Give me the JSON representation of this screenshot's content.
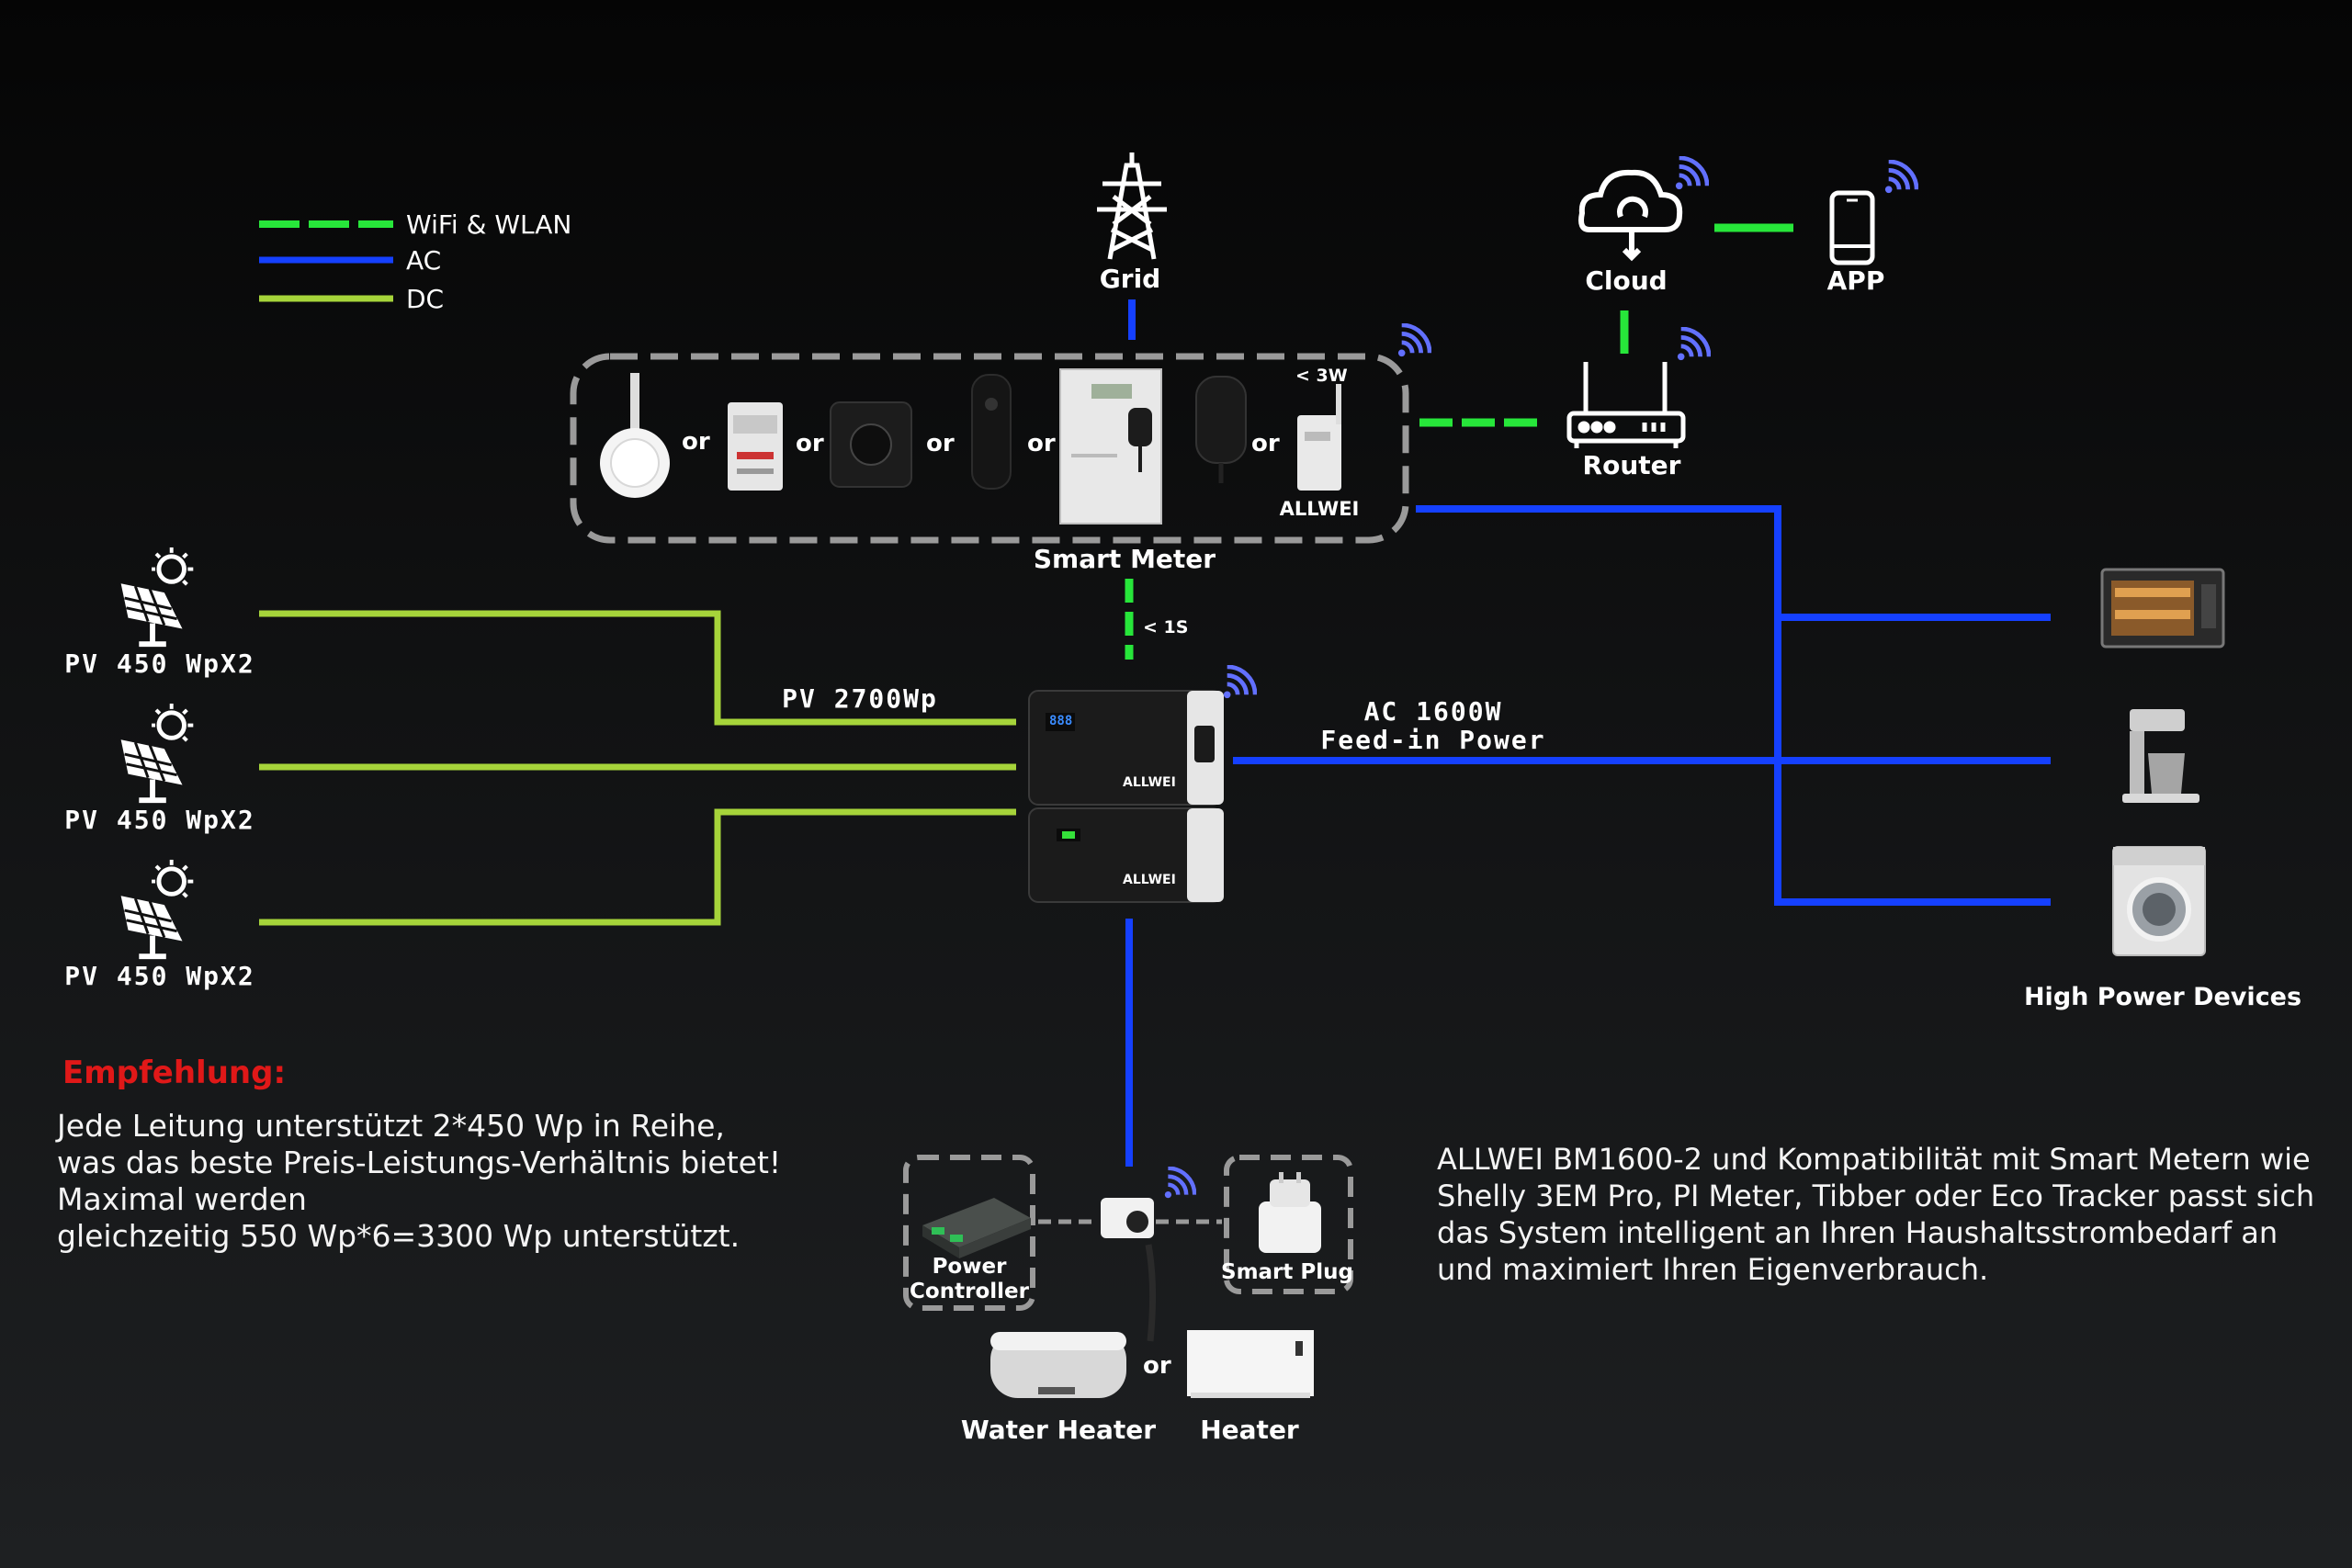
{
  "legend": [
    {
      "label": "WiFi & WLAN",
      "color": "#27e63a",
      "style": "dashed"
    },
    {
      "label": "AC",
      "color": "#1540ff",
      "style": "solid"
    },
    {
      "label": "DC",
      "color": "#a6d43a",
      "style": "solid"
    }
  ],
  "colors": {
    "wifi": "#27e63a",
    "ac": "#1540ff",
    "dc": "#a6d43a",
    "signal": "#6270ff",
    "accent_red": "#e01818"
  },
  "nodes": {
    "grid": "Grid",
    "cloud": "Cloud",
    "app": "APP",
    "router": "Router",
    "smart_meter": "Smart Meter",
    "meter_brand": "ALLWEI",
    "standby": "< 3W",
    "or": "or",
    "latency": "< 1S",
    "pv_string": "PV 450 WpX2",
    "pv_total": "PV 2700Wp",
    "ac_line1": "AC 1600W",
    "ac_line2": "Feed-in Power",
    "high_power": "High Power Devices",
    "power_controller_1": "Power",
    "power_controller_2": "Controller",
    "smart_plug": "Smart Plug",
    "water_heater": "Water Heater",
    "heater": "Heater",
    "battery_brand": "ALLWEI",
    "battery_display": "888"
  },
  "recommendation": {
    "title": "Empfehlung:",
    "lines": [
      "Jede Leitung unterstützt 2*450 Wp in Reihe,",
      "was das beste Preis-Leistungs-Verhältnis bietet!",
      "Maximal werden",
      "gleichzeitig 550 Wp*6=3300 Wp unterstützt."
    ]
  },
  "description": {
    "lines": [
      "ALLWEI BM1600-2 und Kompatibilität mit Smart Metern wie",
      "Shelly 3EM Pro, PI Meter,  Tibber oder Eco Tracker passt sich",
      "das System intelligent an Ihren Haushaltsstrombedarf an",
      "und maximiert Ihren Eigenverbrauch."
    ]
  },
  "icons": [
    "transmission-tower-icon",
    "cloud-icon",
    "phone-icon",
    "router-icon",
    "wifi-signal-icon",
    "solar-panel-icon",
    "oven-icon",
    "coffee-maker-icon",
    "washing-machine-icon",
    "battery-system-icon",
    "power-controller-icon",
    "smart-plug-icon",
    "water-heater-icon",
    "heater-icon"
  ]
}
